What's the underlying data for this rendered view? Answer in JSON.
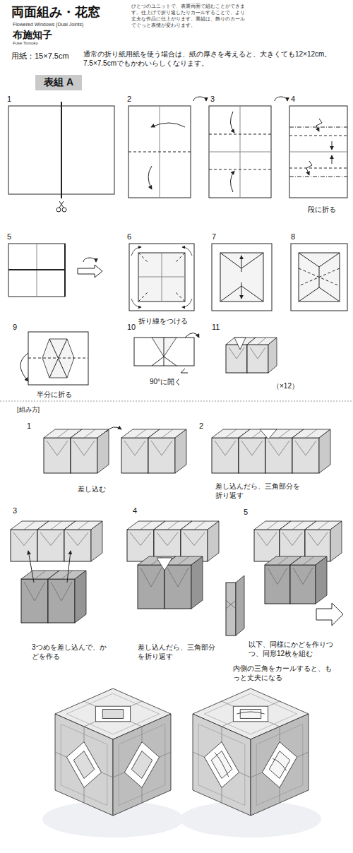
{
  "diagram": {
    "title": "両面組み・花窓",
    "nodes": [
      {
        "text": [
          "表組 A"
        ]
      }
    ],
    "labels": [
      "Flowered Windows (Dual Joints)",
      "布施知子",
      "Fuse Tomoko",
      "ひとつのユニットで、表裏両面で組むことができます。仕上げで折り返したりカールすることで、より丈夫な作品に仕上がります。裏組は、飾りのカールでぐっと表情が変わります。",
      "用紙：15×7.5cm",
      "通常の折り紙用紙を使う場合は、紙の厚さを考えると、大きくても12×12cm。7.5×7.5cmでもかわいらしくなります。",
      "1",
      "2",
      "3",
      "4",
      "段に折る",
      "5",
      "6",
      "折り線をつける",
      "7",
      "8",
      "9",
      "半分に折る",
      "10",
      "90°に開く",
      "11",
      "（×12）",
      "[組み方]",
      "1",
      "差し込む",
      "2",
      "差し込んだら、三角部分を折り返す",
      "3",
      "3つめを差し込んで、かどを作る",
      "4",
      "差し込んだら、三角部分を折り返す",
      "5",
      "以下、同様にかどを作りつつ、同形12枚を組む",
      "内側の三角をカールすると、もっと丈夫になる"
    ]
  }
}
